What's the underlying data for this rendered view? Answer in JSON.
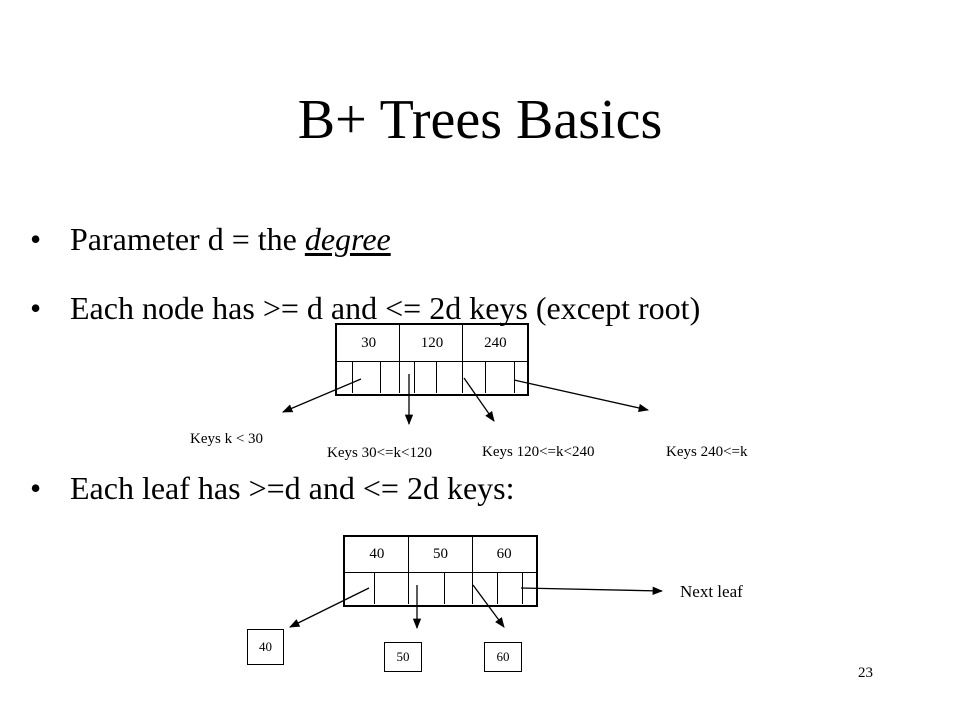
{
  "slide": {
    "title": "B+ Trees Basics",
    "bullets": {
      "b1_prefix": "Parameter d = the ",
      "b1_emph": "degree",
      "b2": "Each node has >= d and <= 2d keys (except root)",
      "b3": "Each leaf has >=d and <= 2d keys:"
    },
    "page_number": "23"
  },
  "internal_node": {
    "keys": [
      "30",
      "120",
      "240"
    ],
    "labels": [
      "Keys k < 30",
      "Keys 30<=k<120",
      "Keys 120<=k<240",
      "Keys 240<=k"
    ]
  },
  "leaf_node": {
    "keys": [
      "40",
      "50",
      "60"
    ],
    "children": [
      "40",
      "50",
      "60"
    ],
    "next_label": "Next leaf"
  }
}
